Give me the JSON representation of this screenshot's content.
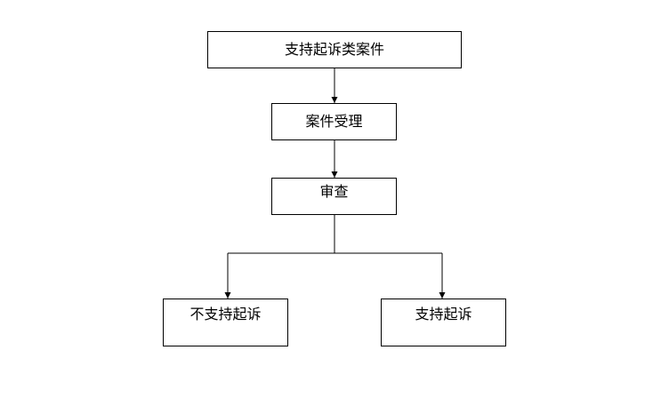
{
  "diagram": {
    "nodes": {
      "start": "支持起诉类案件",
      "accept": "案件受理",
      "review": "审查",
      "not_support": "不支持起诉",
      "support": "支持起诉"
    },
    "colors": {
      "line": "#000000",
      "box_border": "#000000",
      "background": "#ffffff"
    }
  }
}
